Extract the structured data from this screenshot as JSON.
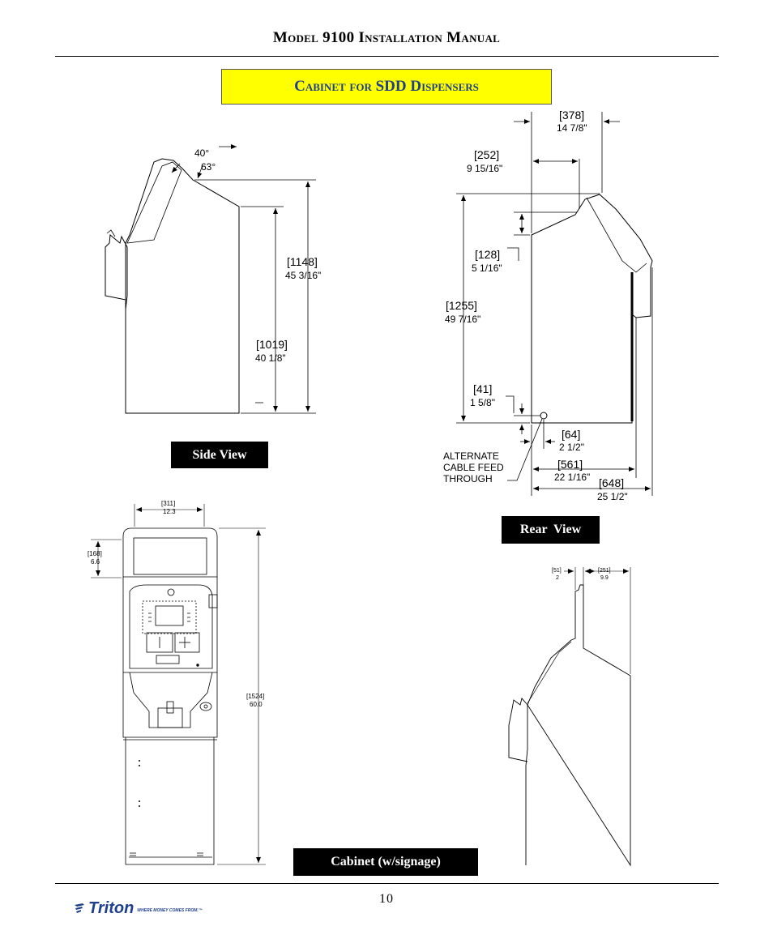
{
  "header": {
    "title": "Model 9100 Installation Manual"
  },
  "section": {
    "title": "Cabinet for SDD Dispensers"
  },
  "labels": {
    "side_view": "Side View",
    "rear_view": "Rear  View",
    "cabinet_signage": "Cabinet (w/signage)"
  },
  "side_view": {
    "angle_1": "40°",
    "angle_2": "63°",
    "height_total_mm": "[1148]",
    "height_total_in": "45 3/16\"",
    "height_body_mm": "[1019]",
    "height_body_in": "40 1/8\""
  },
  "rear_view": {
    "top_width_mm": "[378]",
    "top_width_in": "14 7/8\"",
    "offset_mm": "[252]",
    "offset_in": "9 15/16\"",
    "step_mm": "[128]",
    "step_in": "5 1/16\"",
    "height_mm": "[1255]",
    "height_in": "49 7/16\"",
    "hole_height_mm": "[41]",
    "hole_height_in": "1 5/8\"",
    "hole_offset_mm": "[64]",
    "hole_offset_in": "2 1/2\"",
    "depth_mm": "[561]",
    "depth_in": "22 1/16\"",
    "depth_total_mm": "[648]",
    "depth_total_in": "25 1/2\"",
    "note": [
      "ALTERNATE",
      "CABLE FEED",
      "THROUGH"
    ]
  },
  "front_view": {
    "width_mm": "[311]",
    "width_in": "12.3",
    "sign_height_mm": "[168]",
    "sign_height_in": "6.6",
    "height_mm": "[1524]",
    "height_in": "60.0"
  },
  "signage_side": {
    "sign_depth_mm": "[51]",
    "sign_depth_in": "2",
    "offset_mm": "[251]",
    "offset_in": "9.9"
  },
  "footer": {
    "page_number": "10",
    "brand": "Triton",
    "tagline": "WHERE MONEY COMES FROM.™"
  },
  "colors": {
    "banner_bg": "#ffff00",
    "banner_text": "#1e3f8e",
    "brand": "#1e3f8e"
  }
}
